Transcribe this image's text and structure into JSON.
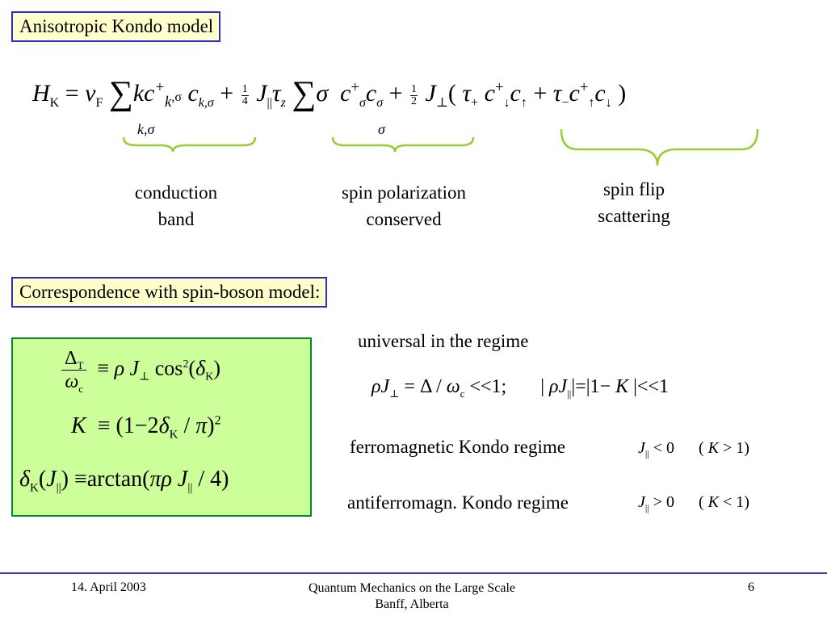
{
  "slide": {
    "title": "Anisotropic Kondo model",
    "section_title": "Correspondence with spin-boson model:",
    "labels": {
      "conduction_1": "conduction",
      "conduction_2": "band",
      "spinpol_1": "spin polarization",
      "spinpol_2": "conserved",
      "spinflip_1": "spin flip",
      "spinflip_2": "scattering"
    },
    "universal": "universal in the regime",
    "ferro": "ferromagnetic Kondo regime",
    "antiferro": "antiferromagn. Kondo regime"
  },
  "footer": {
    "date": "14. April 2003",
    "event_1": "Quantum Mechanics on the Large Scale",
    "event_2": "Banff, Alberta",
    "page": "6"
  },
  "colors": {
    "title_bg": "#ffffcc",
    "title_border": "#2b2bcc",
    "green_box": "#ccff99",
    "green_border": "#008a2e",
    "brace": "#99cc33",
    "footer_line": "#3a3ac8"
  }
}
